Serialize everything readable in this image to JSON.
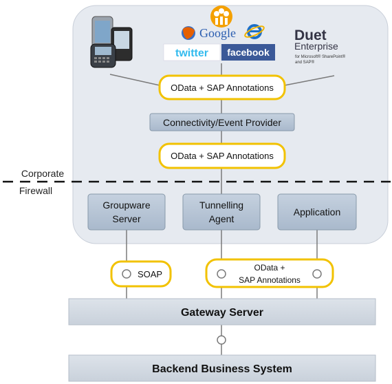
{
  "firewall": {
    "line1": "Corporate",
    "line2": "Firewall"
  },
  "consumers": {
    "devices_icon": "mobile-devices-icon",
    "google": "Google",
    "twitter": "twitter",
    "facebook": "facebook",
    "duet": {
      "line1": "Duet",
      "line2": "Enterprise",
      "line3": "for Microsoft® SharePoint®",
      "line4": "and SAP®"
    }
  },
  "top_odata": "OData + SAP Annotations",
  "connectivity": "Connectivity/Event Provider",
  "mid_odata": "OData + SAP Annotations",
  "groupware": {
    "line1": "Groupware",
    "line2": "Server"
  },
  "tunnelling": {
    "line1": "Tunnelling",
    "line2": "Agent"
  },
  "application": "Application",
  "soap": "SOAP",
  "bottom_odata": {
    "line1": "OData +",
    "line2": "SAP Annotations"
  },
  "gateway": "Gateway Server",
  "backend": "Backend Business System",
  "colors": {
    "cloud_fill": "#e8ecf2",
    "box_fill": "#b8c6d8",
    "box_stroke": "#8899aa",
    "pill_stroke": "#f2c200",
    "line": "#7a7a7a",
    "facebook_blue": "#3b5998",
    "twitter_cyan": "#33bbee"
  }
}
